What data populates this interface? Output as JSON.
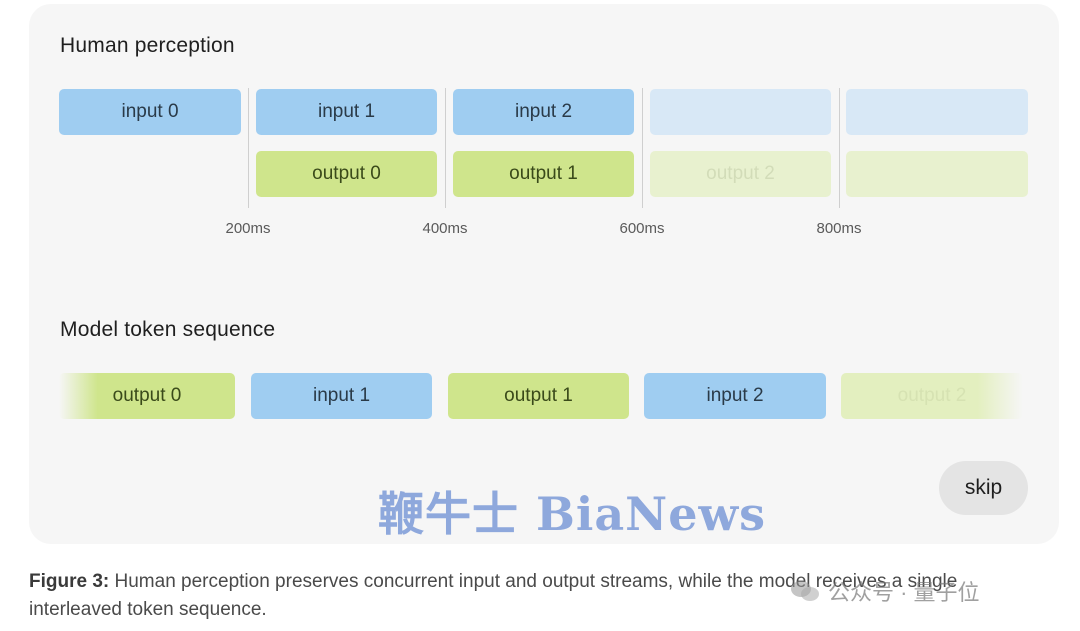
{
  "human": {
    "title": "Human perception",
    "inputs": [
      "input 0",
      "input 1",
      "input 2",
      "",
      ""
    ],
    "outputs": [
      "output 0",
      "output 1",
      "output 2",
      ""
    ],
    "ticks": [
      "200ms",
      "400ms",
      "600ms",
      "800ms"
    ]
  },
  "model": {
    "title": "Model token sequence",
    "tokens": [
      "output 0",
      "input 1",
      "output 1",
      "input 2",
      "output 2"
    ]
  },
  "skip_label": "skip",
  "watermark": "鞭牛士 BiaNews",
  "caption": {
    "label": "Figure 3:",
    "text": " Human perception preserves concurrent input and output streams, while the model receives a single interleaved token sequence."
  },
  "wechat": {
    "text": "公众号 · 量子位"
  },
  "colors": {
    "input": "#9fcdf1",
    "output": "#cfe58c",
    "panel": "#f6f6f6"
  }
}
